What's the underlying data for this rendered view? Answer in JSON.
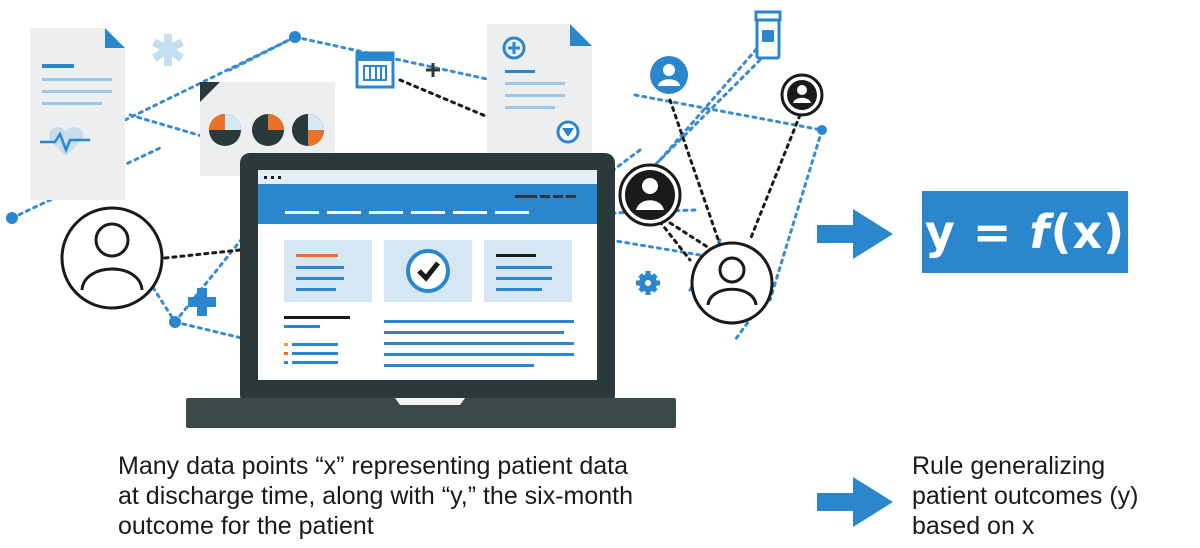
{
  "formula": {
    "lhs": "y",
    "eq": "=",
    "fn": "f",
    "arg": "(x)"
  },
  "captions": {
    "left": [
      "Many data points “x” representing patient data",
      "at discharge time, along with “y,” the six-month",
      "outcome for the patient"
    ],
    "right": [
      "Rule generalizing",
      "patient outcomes (y)",
      "based on x"
    ]
  },
  "colors": {
    "accent_blue": "#2a87cd",
    "light_blue": "#d6e7f4",
    "orange": "#e8722a",
    "dark": "#1a1a1a",
    "laptop_frame": "#2a3a3a",
    "doc_gray": "#eceeef"
  },
  "icons": [
    "document-heart-icon",
    "asterisk-icon",
    "pie-charts-icon",
    "calendar-icon",
    "document-plus-icon",
    "pill-bottle-icon",
    "user-avatar-icon",
    "gear-icon",
    "medical-cross-icon",
    "checkmark-icon",
    "arrow-right-icon"
  ]
}
